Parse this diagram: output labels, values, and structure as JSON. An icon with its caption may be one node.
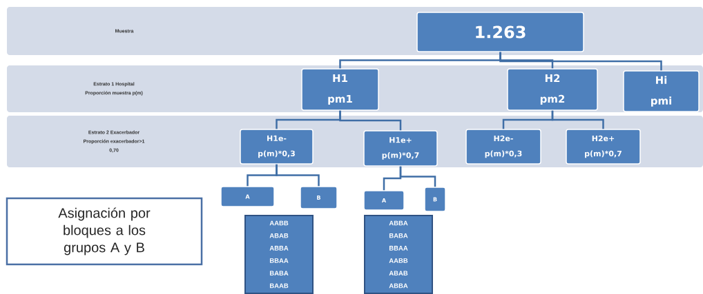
{
  "diagram": {
    "nodes": [
      {
        "text": [
          "Muestra"
        ]
      },
      {
        "text": [
          "Estrato 1 Hospital",
          "Proporción muestra p(m)"
        ]
      },
      {
        "text": [
          "Estrato 2 Exacerbador",
          "Proporción exacerbador>1",
          "0,70"
        ]
      },
      {
        "text": [
          "1.263"
        ],
        "in": 0
      },
      {
        "text": [
          "H1",
          "pm1"
        ],
        "in": 1
      },
      {
        "text": [
          "H2",
          "pm2"
        ],
        "in": 1
      },
      {
        "text": [
          "Hi",
          "pmi"
        ],
        "in": 1
      },
      {
        "text": [
          "H1e-",
          "p(m)*0,3"
        ],
        "in": 2
      },
      {
        "text": [
          "H1e+",
          "p(m)*0,7"
        ],
        "in": 2
      },
      {
        "text": [
          "H2e-",
          "p(m)*0,3"
        ],
        "in": 2
      },
      {
        "text": [
          "H2e+",
          "p(m)*0,7"
        ],
        "in": 2
      },
      {
        "text": [
          "A"
        ]
      },
      {
        "text": [
          "B"
        ]
      },
      {
        "text": [
          "A"
        ]
      },
      {
        "text": [
          "B"
        ]
      },
      {
        "text": [
          "AABB",
          "ABAB",
          "ABBA",
          "BBAA",
          "BABA",
          "BAAB"
        ]
      },
      {
        "text": [
          "ABBA",
          "BABA",
          "BBAA",
          "AABB",
          "ABAB",
          "ABBA"
        ]
      },
      {
        "text": [
          "Asignación por bloques a los grupos A y B"
        ]
      }
    ],
    "edges": [
      {
        "from": 3,
        "to": 4,
        "arrow": "none"
      },
      {
        "from": 3,
        "to": 5,
        "arrow": "none"
      },
      {
        "from": 3,
        "to": 6,
        "arrow": "none"
      },
      {
        "from": 4,
        "to": 7,
        "arrow": "none"
      },
      {
        "from": 4,
        "to": 8,
        "arrow": "none"
      },
      {
        "from": 5,
        "to": 9,
        "arrow": "none"
      },
      {
        "from": 5,
        "to": 10,
        "arrow": "none"
      },
      {
        "from": 7,
        "to": 11,
        "arrow": "none"
      },
      {
        "from": 7,
        "to": 12,
        "arrow": "none"
      },
      {
        "from": 8,
        "to": 13,
        "arrow": "none"
      },
      {
        "from": 8,
        "to": 14,
        "arrow": "none"
      }
    ]
  }
}
